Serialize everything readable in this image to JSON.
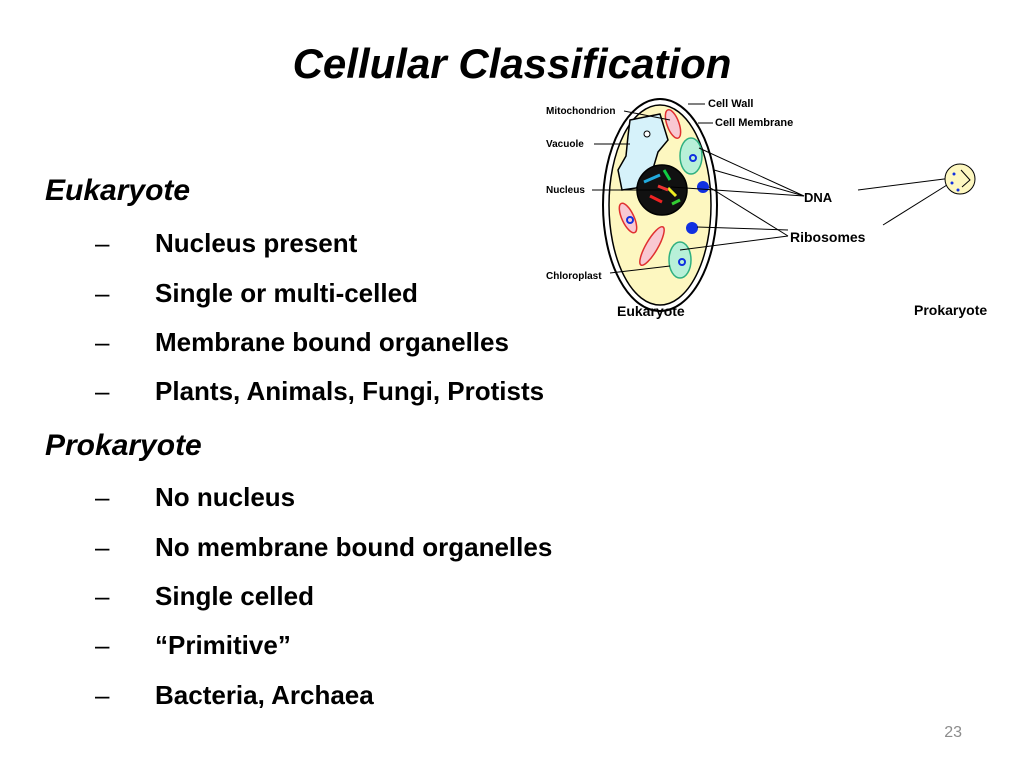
{
  "slide": {
    "title": "Cellular Classification",
    "page_number": "23",
    "eukaryote": {
      "heading": "Eukaryote",
      "bullets": [
        "Nucleus present",
        "Single or multi-celled",
        "Membrane bound organelles",
        "Plants, Animals, Fungi, Protists"
      ]
    },
    "prokaryote": {
      "heading": "Prokaryote",
      "bullets": [
        "No nucleus",
        "No membrane bound organelles",
        "Single celled",
        "“Primitive”",
        "Bacteria, Archaea"
      ]
    },
    "dash": "–"
  },
  "diagram": {
    "labels": {
      "mitochondrion": "Mitochondrion",
      "vacuole": "Vacuole",
      "nucleus": "Nucleus",
      "chloroplast": "Chloroplast",
      "cell_wall": "Cell Wall",
      "cell_membrane": "Cell Membrane",
      "dna": "DNA",
      "ribosomes": "Ribosomes",
      "eukaryote": "Eukaryote",
      "prokaryote": "Prokaryote"
    },
    "colors": {
      "cytoplasm": "#fdf7c0",
      "vacuole": "#d6f2fa",
      "nucleus": "#111111",
      "chloroplast": "#b8f0d8",
      "mitochondrion": "#f8c8d2",
      "ribosome": "#1030e0"
    }
  }
}
